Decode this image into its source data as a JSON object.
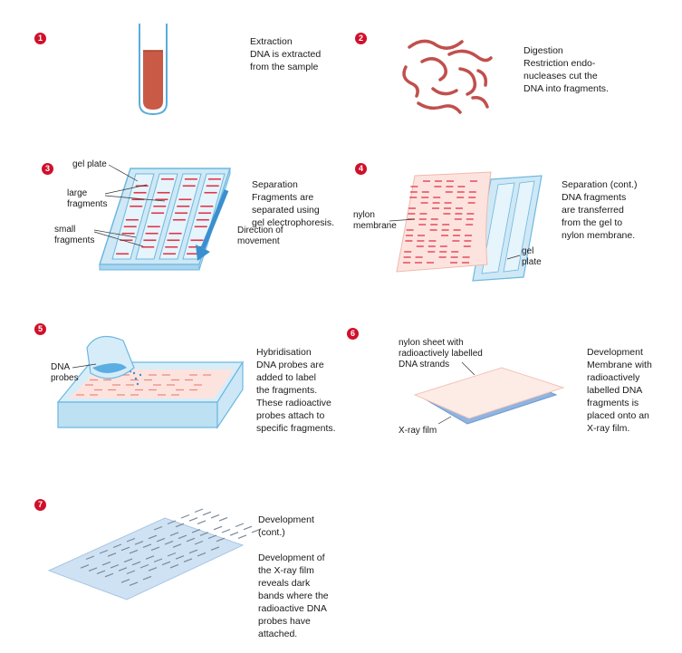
{
  "steps": [
    {
      "num": "1",
      "title": "Extraction",
      "text": "DNA is extracted\nfrom the sample"
    },
    {
      "num": "2",
      "title": "Digestion",
      "text": "Restriction endo-\nnucleases cut the\nDNA into fragments."
    },
    {
      "num": "3",
      "title": "Separation",
      "text": "Fragments are\nseparated using\ngel electrophoresis."
    },
    {
      "num": "4",
      "title": "Separation (cont.)",
      "text": "DNA fragments\nare transferred\nfrom the gel to\nnylon membrane."
    },
    {
      "num": "5",
      "title": "Hybridisation",
      "text": "DNA probes are\nadded to label\nthe fragments.\nThese radioactive\nprobes attach to\nspecific fragments."
    },
    {
      "num": "6",
      "title": "Development",
      "text": "Membrane with\nradioactively\nlabelled DNA\nfragments is\nplaced onto an\nX-ray film."
    },
    {
      "num": "7",
      "title": "Development\n(cont.)",
      "text": "Development of\nthe X-ray film\nreveals dark\nbands where the\nradioactive DNA\nprobes have\nattached."
    }
  ],
  "labels": {
    "gel_plate": "gel plate",
    "large_fragments": "large\nfragments",
    "small_fragments": "small\nfragments",
    "direction": "Direction of\nmovement",
    "nylon_membrane": "nylon\nmembrane",
    "gel_plate_2": "gel\nplate",
    "dna_probes": "DNA\nprobes",
    "nylon_sheet": "nylon sheet with\nradioactively labelled\nDNA strands",
    "xray_film": "X-ray film"
  },
  "colors": {
    "badge": "#d0102a",
    "dna": "#c0504d",
    "gel": "#cfe8f5",
    "gel_edge": "#6cb8e0",
    "band": "#e0364a",
    "film": "#8fb4e0"
  }
}
